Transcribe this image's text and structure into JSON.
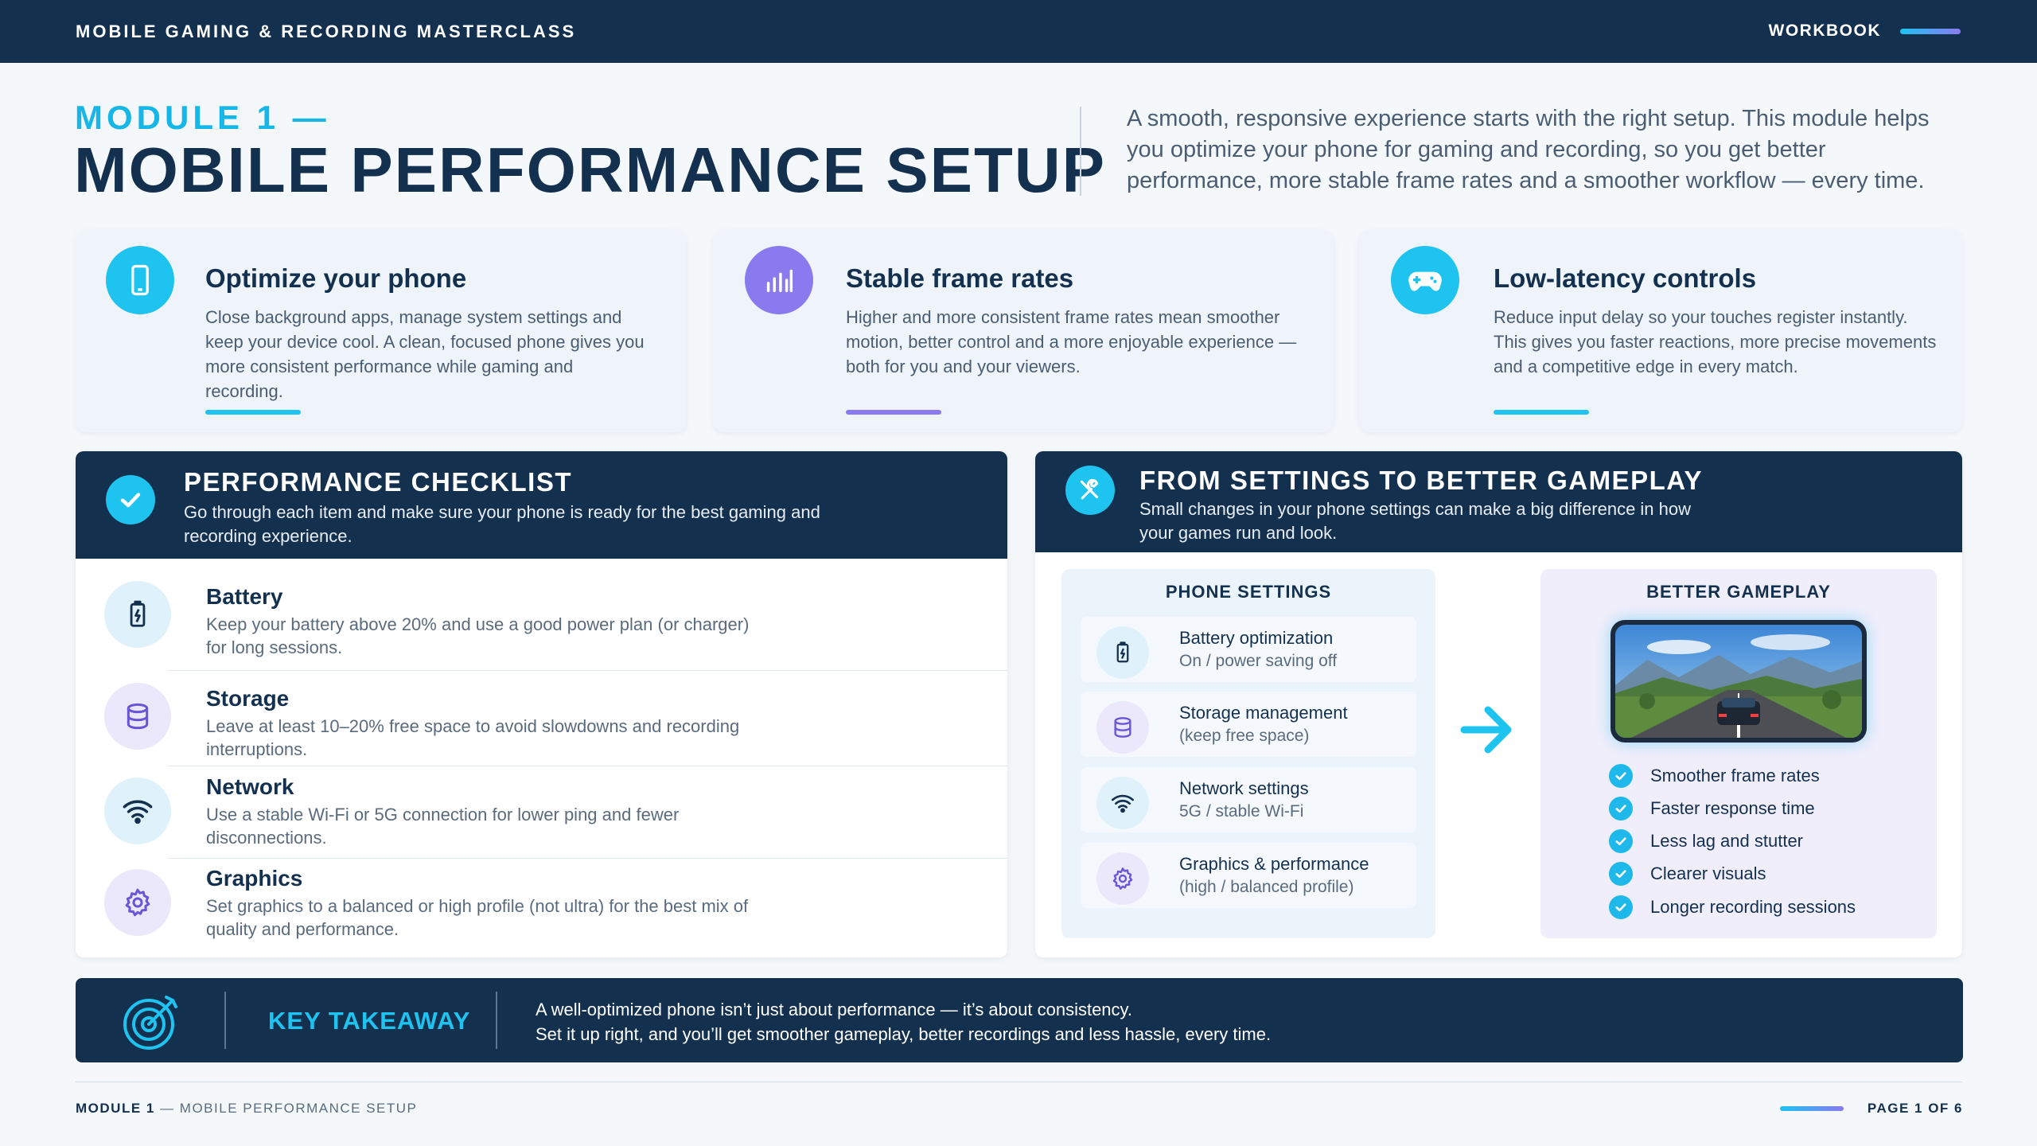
{
  "topbar": {
    "title": "MOBILE GAMING & RECORDING MASTERCLASS",
    "right_label": "WORKBOOK"
  },
  "header": {
    "kicker": "MODULE 1 —",
    "title": "MOBILE PERFORMANCE SETUP",
    "intro": "A smooth, responsive experience starts with the right setup. This module helps you optimize your phone for gaming and recording, so you get better performance, more stable frame rates and a smoother workflow — every time."
  },
  "features": [
    {
      "icon": "phone-icon",
      "title": "Optimize your phone",
      "text": "Close background apps, manage system settings and keep your device cool. A clean, focused phone gives you more consistent performance while gaming and recording.",
      "accent": "#1ec3f0"
    },
    {
      "icon": "bar-chart-icon",
      "title": "Stable frame rates",
      "text": "Higher and more consistent frame rates mean smoother motion, better control and a more enjoyable experience — both for you and your viewers.",
      "accent": "#8a7af0"
    },
    {
      "icon": "gamepad-icon",
      "title": "Low-latency controls",
      "text": "Reduce input delay so your touches register instantly. This gives you faster reactions, more precise movements and a competitive edge in every match.",
      "accent": "#1ec3f0"
    }
  ],
  "checklist": {
    "title": "PERFORMANCE CHECKLIST",
    "subtitle": "Go through each item and make sure your phone is ready for the best gaming and recording experience.",
    "items": [
      {
        "icon": "battery-icon",
        "name": "Battery",
        "desc": "Keep your battery above 20% and use a good power plan (or charger) for long sessions.",
        "checked": false
      },
      {
        "icon": "storage-icon",
        "name": "Storage",
        "desc": "Leave at least 10–20% free space to avoid slowdowns and recording interruptions.",
        "checked": false
      },
      {
        "icon": "wifi-icon",
        "name": "Network",
        "desc": "Use a stable Wi-Fi or 5G connection for lower ping and fewer disconnections.",
        "checked": false
      },
      {
        "icon": "gear-icon",
        "name": "Graphics",
        "desc": "Set graphics to a balanced or high profile (not ultra) for the best mix of quality and performance.",
        "checked": false
      }
    ]
  },
  "settings_panel": {
    "title": "FROM SETTINGS TO BETTER GAMEPLAY",
    "subtitle": "Small changes in your phone settings can make a big difference in how your games run and look.",
    "phone_settings_title": "PHONE SETTINGS",
    "settings": [
      {
        "icon": "battery-icon",
        "line1": "Battery optimization",
        "line2": "On / power saving off"
      },
      {
        "icon": "storage-icon",
        "line1": "Storage management",
        "line2": "(keep free space)"
      },
      {
        "icon": "wifi-icon",
        "line1": "Network settings",
        "line2": "5G / stable Wi-Fi"
      },
      {
        "icon": "gear-icon",
        "line1": "Graphics & performance",
        "line2": "(high / balanced profile)"
      }
    ],
    "gameplay_title": "BETTER GAMEPLAY",
    "benefits": [
      "Smoother frame rates",
      "Faster response time",
      "Less lag and stutter",
      "Clearer visuals",
      "Longer recording sessions"
    ]
  },
  "takeaway": {
    "label": "KEY TAKEAWAY",
    "line1": "A well-optimized phone isn’t just about performance — it’s about consistency.",
    "line2": "Set it up right, and you’ll get smoother gameplay, better recordings and less hassle, every time."
  },
  "footer": {
    "module": "MODULE 1",
    "section": "— MOBILE PERFORMANCE SETUP",
    "page": "PAGE 1 OF 6"
  },
  "colors": {
    "navy": "#14304f",
    "cyan": "#1ec3f0",
    "purple": "#8a7af0"
  }
}
